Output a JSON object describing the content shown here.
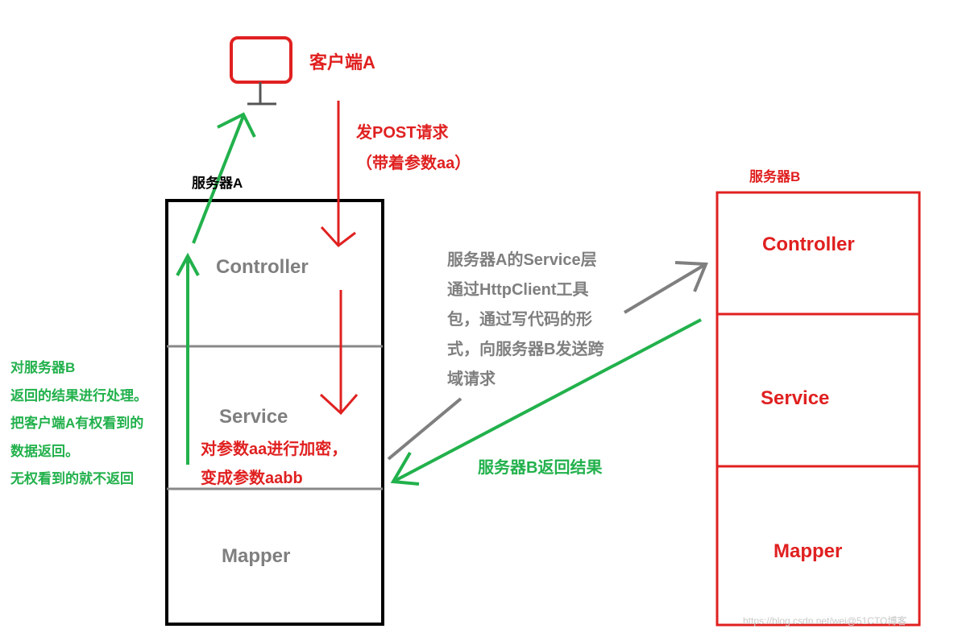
{
  "client": {
    "label": "客户端A"
  },
  "server_a": {
    "title": "服务器A",
    "layers": [
      "Controller",
      "Service",
      "Mapper"
    ]
  },
  "server_b": {
    "title": "服务器B",
    "layers": [
      "Controller",
      "Service",
      "Mapper"
    ]
  },
  "annotations": {
    "post_request": "发POST请求",
    "post_request_param": "（带着参数aa）",
    "encrypt_line1": "对参数aa进行加密，",
    "encrypt_line2": "变成参数aabb",
    "cross_domain": "服务器A的Service层\n通过HttpClient工具\n包，通过写代码的形\n式，向服务器B发送跨\n域请求",
    "server_b_return": "服务器B返回结果",
    "process_result": "对服务器B\n返回的结果进行处理。\n把客户端A有权看到的\n数据返回。\n无权看到的就不返回"
  },
  "watermark": "https://blog.csdn.net/wei@51CTO博客",
  "colors": {
    "red": "#e02020",
    "green": "#22b14c",
    "gray": "#7f7f7f",
    "black": "#000000"
  }
}
